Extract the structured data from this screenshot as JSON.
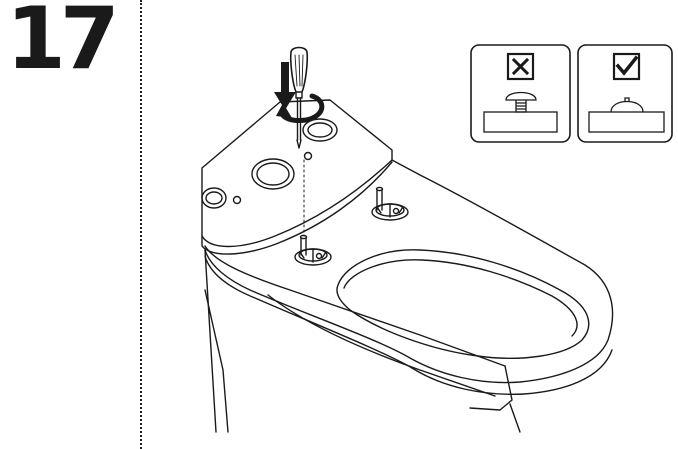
{
  "step": {
    "number": "17"
  },
  "panels": [
    {
      "status": "incorrect",
      "icon": "cross-checkbox-icon",
      "depiction": "screw-cap-over-stud-icon"
    },
    {
      "status": "correct",
      "icon": "check-checkbox-icon",
      "depiction": "flat-cap-icon"
    }
  ],
  "illustration": {
    "main": "toilet-seat-hinge-assembly",
    "tool": "screwdriver-icon",
    "motion": "rotate-clockwise-arrow-icon"
  }
}
